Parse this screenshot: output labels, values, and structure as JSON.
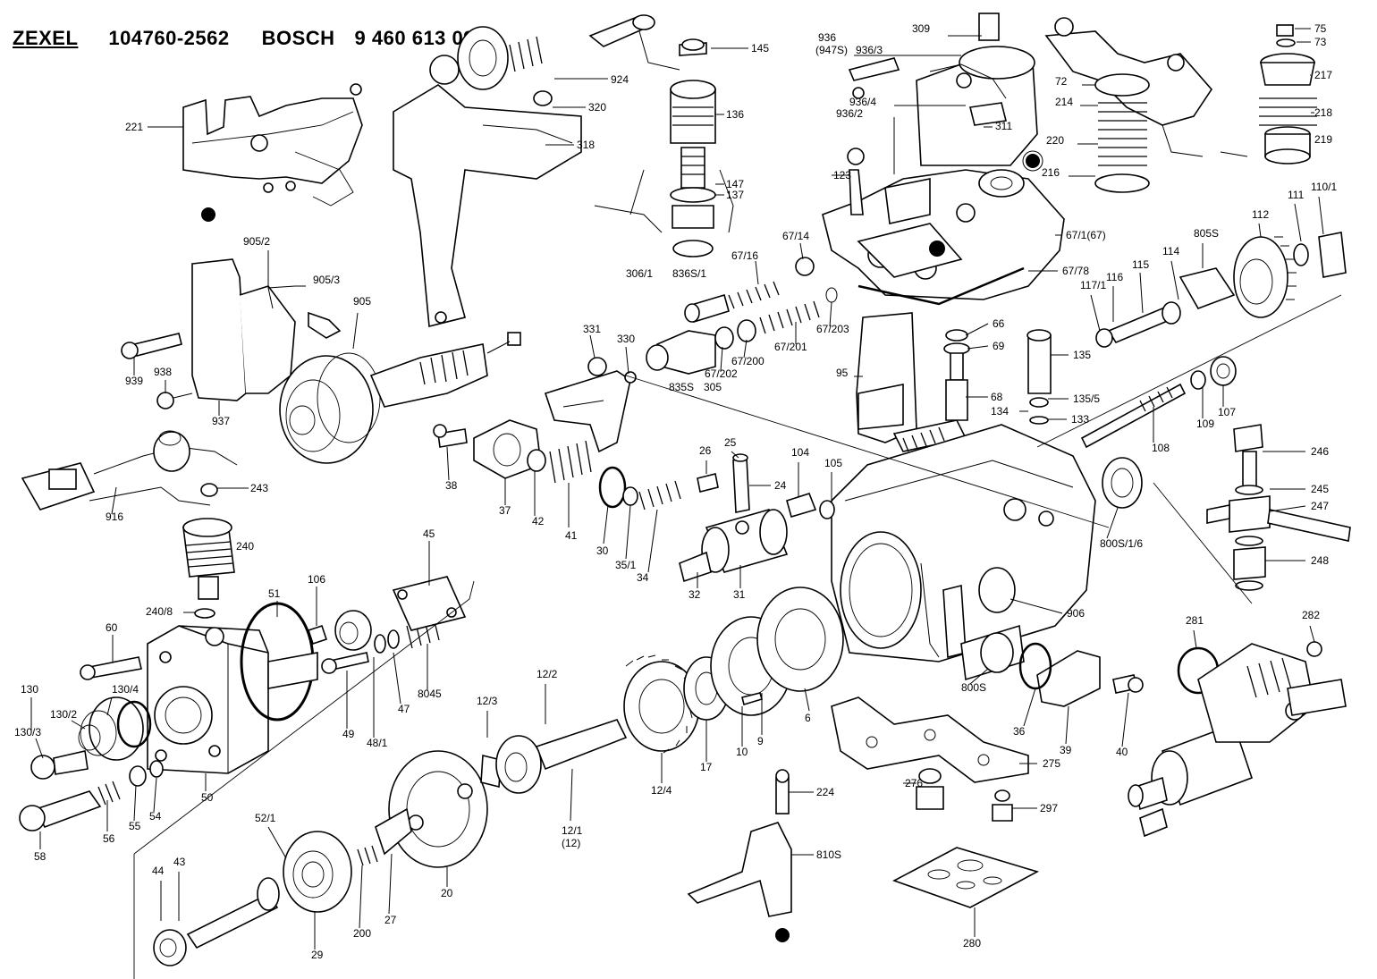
{
  "header": {
    "brand1": "ZEXEL",
    "part_number_1": "104760-2562",
    "brand2": "BOSCH",
    "part_number_2": "9 460 613 092"
  },
  "callouts": [
    "221",
    "905/2",
    "905/3",
    "905",
    "939",
    "938",
    "937",
    "916",
    "243",
    "240",
    "240/8",
    "60",
    "130",
    "130/4",
    "130/2",
    "130/3",
    "58",
    "56",
    "55",
    "54",
    "50",
    "51",
    "106",
    "49",
    "48/1",
    "47",
    "8045",
    "45",
    "52/1",
    "44",
    "43",
    "29",
    "200",
    "27",
    "20",
    "12/3",
    "12/2",
    "12/1",
    "(12)",
    "12/4",
    "17",
    "10",
    "9",
    "6",
    "924",
    "320",
    "318",
    "145",
    "136",
    "147",
    "137",
    "306/1",
    "836S/1",
    "67/16",
    "67/14",
    "331",
    "330",
    "835S",
    "305",
    "67/202",
    "67/200",
    "67/201",
    "67/203",
    "38",
    "37",
    "42",
    "41",
    "30",
    "35/1",
    "34",
    "26",
    "25",
    "24",
    "32",
    "31",
    "104",
    "105",
    "936",
    "(947S)",
    "936/3",
    "936/4",
    "936/2",
    "309",
    "311",
    "123",
    "95",
    "66",
    "69",
    "68",
    "67/1(67)",
    "67/78",
    "75",
    "73",
    "72",
    "217",
    "214",
    "218",
    "220",
    "219",
    "216",
    "110/1",
    "111",
    "112",
    "805S",
    "114",
    "115",
    "116",
    "117/1",
    "135",
    "135/5",
    "134",
    "133",
    "109",
    "107",
    "108",
    "246",
    "245",
    "247",
    "248",
    "800S/1/6",
    "906",
    "281",
    "282",
    "800S",
    "36",
    "39",
    "40",
    "275",
    "276",
    "297",
    "224",
    "810S",
    "280"
  ]
}
